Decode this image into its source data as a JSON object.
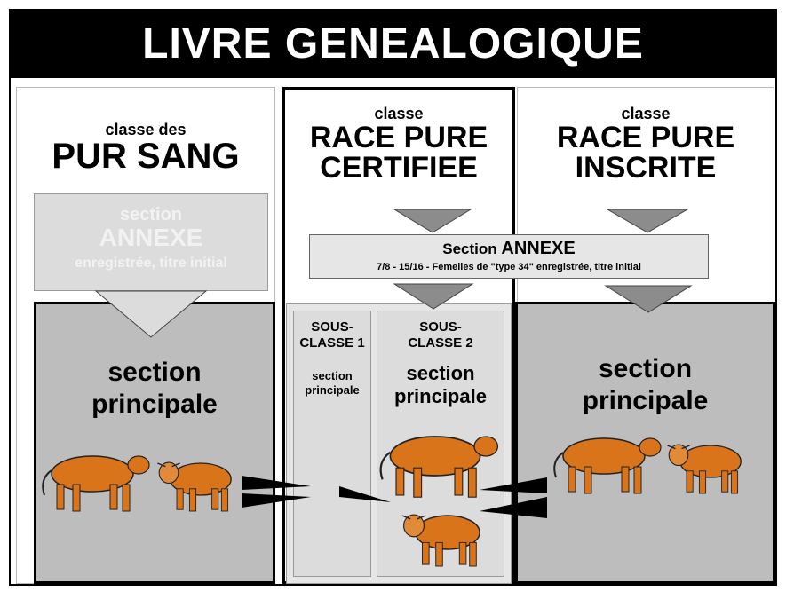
{
  "title": "LIVRE GENEALOGIQUE",
  "columns": {
    "pur_sang": {
      "small": "classe des",
      "big": "PUR SANG"
    },
    "certifiee": {
      "small": "classe",
      "big1": "RACE PURE",
      "big2": "CERTIFIEE"
    },
    "inscrite": {
      "small": "classe",
      "big1": "RACE PURE",
      "big2": "INSCRITE"
    }
  },
  "annexe_left": {
    "line1": "section",
    "line2": "ANNEXE",
    "line3": "enregistrée, titre initial"
  },
  "annexe_center": {
    "prefix": "Section ",
    "name": "ANNEXE",
    "detail": "7/8 - 15/16 - Femelles de \"type 34\" enregistrée, titre initial"
  },
  "sections": {
    "left": {
      "line1": "section",
      "line2": "principale"
    },
    "right": {
      "line1": "section",
      "line2": "principale"
    }
  },
  "sous_classes": {
    "one": {
      "line1": "SOUS-",
      "line2": "CLASSE 1",
      "sub1": "section",
      "sub2": "principale"
    },
    "two": {
      "line1": "SOUS-",
      "line2": "CLASSE 2",
      "sub1": "section",
      "sub2": "principale"
    }
  },
  "colors": {
    "dark_grey": "#bdbdbd",
    "light_grey": "#dcdcdc",
    "cow": "#d9741a",
    "arrow": "#8c8c8c"
  }
}
